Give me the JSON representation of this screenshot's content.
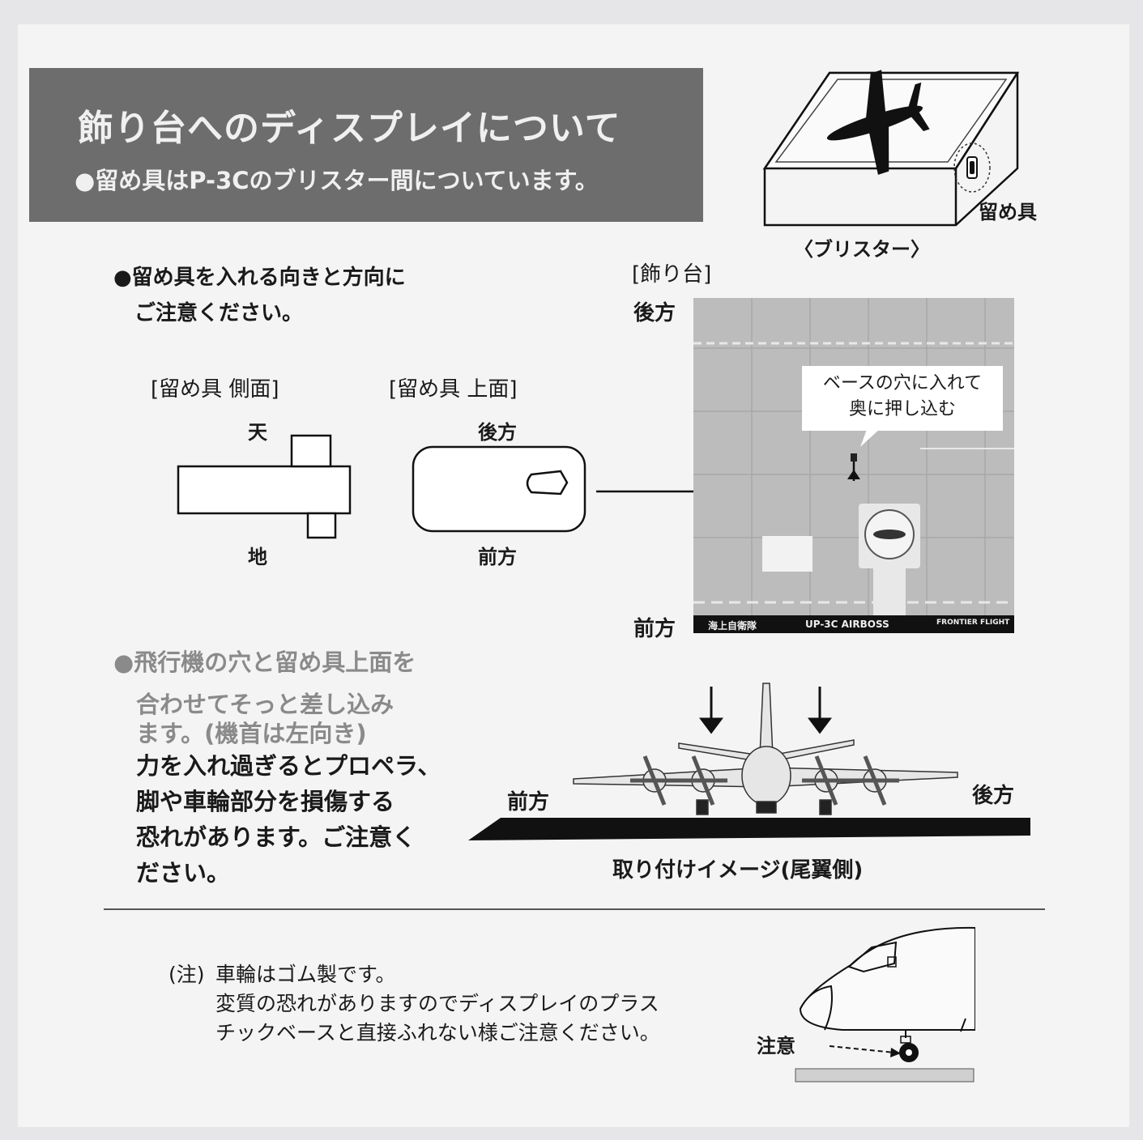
{
  "header": {
    "title": "飾り台へのディスプレイについて",
    "subtitle": "●留め具はP-3Cのブリスター間についています。"
  },
  "blister": {
    "caption": "〈ブリスター〉",
    "fastener_label": "留め具"
  },
  "orientation_note": {
    "line1": "●留め具を入れる向きと方向に",
    "line2": "ご注意ください。"
  },
  "side_view": {
    "heading": "[留め具 側面]",
    "top_label": "天",
    "bottom_label": "地"
  },
  "top_view": {
    "heading": "[留め具 上面]",
    "rear_label": "後方",
    "front_label": "前方"
  },
  "stand": {
    "heading": "[飾り台]",
    "rear_label": "後方",
    "front_label": "前方",
    "callout_line1": "ベースの穴に入れて",
    "callout_line2": "奥に押し込む",
    "strip_left": "海上自衛隊",
    "strip_center": "UP-3C AIRBOSS",
    "strip_right": "FRONTIER FLIGHT"
  },
  "insert_note": {
    "lines": [
      "●飛行機の穴と留め具上面を",
      "合わせてそっと差し込み",
      "ます。(機首は左向き)",
      "力を入れ過ぎるとプロペラ、",
      "脚や車輪部分を損傷する",
      "恐れがあります。ご注意く",
      "ださい。"
    ]
  },
  "mount_image": {
    "front_label": "前方",
    "rear_label": "後方",
    "caption": "取り付けイメージ(尾翼側)"
  },
  "footnote": {
    "prefix": "(注)",
    "line1": "車輪はゴム製です。",
    "line2": "変質の恐れがありますのでディスプレイのプラス",
    "line3": "チックベースと直接ふれない様ご注意ください。",
    "caution_label": "注意"
  }
}
